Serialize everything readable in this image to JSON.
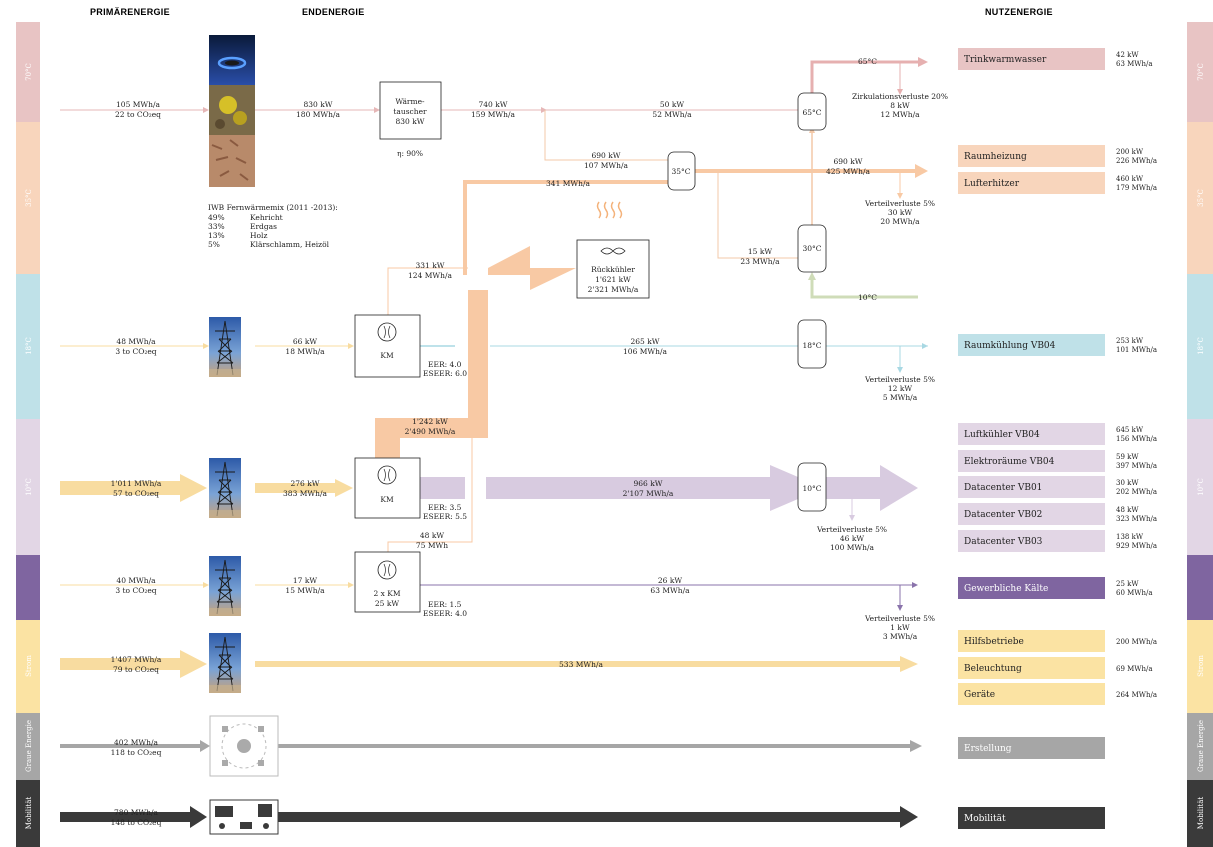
{
  "headers": {
    "primary": "PRIMÄRENERGIE",
    "final": "ENDENERGIE",
    "useful": "NUTZENERGIE"
  },
  "bands": [
    {
      "label": "70°C",
      "color": "#e8c4c4"
    },
    {
      "label": "35°C",
      "color": "#f8d5bc"
    },
    {
      "label": "18°C",
      "color": "#bfe1e8"
    },
    {
      "label": "10°C",
      "color": "#e2d6e5"
    },
    {
      "label": "",
      "color": "#7f65a0"
    },
    {
      "label": "Strom",
      "color": "#fbe3a3"
    },
    {
      "label": "Graue Energie",
      "color": "#a6a6a6"
    },
    {
      "label": "Mobilität",
      "color": "#3a3a3a"
    }
  ],
  "primary_inputs": {
    "heat": [
      "105 MWh/a",
      "22 to CO₂eq"
    ],
    "cool18": [
      "48 MWh/a",
      "3 to CO₂eq"
    ],
    "cool10": [
      "1'011 MWh/a",
      "57 to CO₂eq"
    ],
    "comm": [
      "40 MWh/a",
      "3 to CO₂eq"
    ],
    "strom": [
      "1'407 MWh/a",
      "79 to CO₂eq"
    ],
    "grey": [
      "402 MWh/a",
      "118 to CO₂eq"
    ],
    "mob": [
      "780 MWh/a",
      "148 to CO₂eq"
    ]
  },
  "district_heat": {
    "title": "IWB Fernwärmemix (2011 -2013):",
    "mix": [
      {
        "pct": "49%",
        "src": "Kehricht"
      },
      {
        "pct": "33%",
        "src": "Erdgas"
      },
      {
        "pct": "13%",
        "src": "Holz"
      },
      {
        "pct": "5%",
        "src": "Klärschlamm, Heizöl"
      }
    ]
  },
  "components": {
    "hx": {
      "l1": "Wärme-",
      "l2": "tauscher",
      "l3": "830 kW",
      "eta": "η: 90%"
    },
    "km1": {
      "name": "KM",
      "eer": "EER: 4.0",
      "eseer": "ESEER: 6.0"
    },
    "km2": {
      "name": "KM",
      "eer": "EER: 3.5",
      "eseer": "ESEER: 5.5"
    },
    "km3": {
      "name1": "2 x KM",
      "name2": "25  kW",
      "eer": "EER: 1.5",
      "eseer": "ESEER: 4.0"
    },
    "cooler": {
      "name": "Rückkühler",
      "kw": "1'621 kW",
      "mwh": "2'321 MWh/a"
    },
    "tanks": {
      "t65": "65°C",
      "t35": "35°C",
      "t30": "30°C",
      "t18": "18°C",
      "t10": "10°C"
    }
  },
  "flows": {
    "hx_in": [
      "830 kW",
      "180 MWh/a"
    ],
    "hx_out": [
      "740 kW",
      "159 MWh/a"
    ],
    "to65": [
      "50 kW",
      "52 MWh/a"
    ],
    "to35": [
      "690 kW",
      "107 MWh/a"
    ],
    "recov35": "341 MWh/a",
    "out35": [
      "690 kW",
      "425 MWh/a"
    ],
    "to30": [
      "15 kW",
      "23 MWh/a"
    ],
    "t65label": "65°C",
    "t10label": "10°C",
    "rec1": [
      "331 kW",
      "124 MWh/a"
    ],
    "km1_in": [
      "66 kW",
      "18 MWh/a"
    ],
    "km1_out": [
      "265 kW",
      "106 MWh/a"
    ],
    "rec2": [
      "1'242 kW",
      "2'490 MWh/a"
    ],
    "km2_in": [
      "276 kW",
      "383 MWh/a"
    ],
    "km2_out": [
      "966 kW",
      "2'107 MWh/a"
    ],
    "rec3": [
      "48 kW",
      "75 MWh"
    ],
    "km3_in": [
      "17 kW",
      "15 MWh/a"
    ],
    "km3_out": [
      "26 kW",
      "63 MWh/a"
    ],
    "strom": "533 MWh/a"
  },
  "losses": {
    "circ": [
      "Zirkulationsverluste 20%",
      "8 kW",
      "12 MWh/a"
    ],
    "dist35": [
      "Verteilverluste 5%",
      "30 kW",
      "20 MWh/a"
    ],
    "dist18": [
      "Verteilverluste 5%",
      "12 kW",
      "5 MWh/a"
    ],
    "dist10": [
      "Verteilverluste 5%",
      "46 kW",
      "100 MWh/a"
    ],
    "distcomm": [
      "Verteilverluste 5%",
      "1 kW",
      "3 MWh/a"
    ]
  },
  "outputs": [
    {
      "label": "Trinkwarmwasser",
      "color": "#e8c4c4",
      "dark": false,
      "s1": "42 kW",
      "s2": "63 MWh/a"
    },
    {
      "label": "Raumheizung",
      "color": "#f8d5bc",
      "dark": false,
      "s1": "200 kW",
      "s2": "226 MWh/a"
    },
    {
      "label": "Lufterhitzer",
      "color": "#f8d5bc",
      "dark": false,
      "s1": "460 kW",
      "s2": "179 MWh/a"
    },
    {
      "label": "Raumkühlung VB04",
      "color": "#bfe1e8",
      "dark": false,
      "s1": "253 kW",
      "s2": "101 MWh/a"
    },
    {
      "label": "Luftkühler VB04",
      "color": "#e2d6e5",
      "dark": false,
      "s1": "645 kW",
      "s2": "156 MWh/a"
    },
    {
      "label": "Elektroräume VB04",
      "color": "#e2d6e5",
      "dark": false,
      "s1": "59 kW",
      "s2": "397 MWh/a"
    },
    {
      "label": "Datacenter VB01",
      "color": "#e2d6e5",
      "dark": false,
      "s1": "30 kW",
      "s2": "202 MWh/a"
    },
    {
      "label": "Datacenter VB02",
      "color": "#e2d6e5",
      "dark": false,
      "s1": "48 kW",
      "s2": "323 MWh/a"
    },
    {
      "label": "Datacenter VB03",
      "color": "#e2d6e5",
      "dark": false,
      "s1": "138 kW",
      "s2": "929 MWh/a"
    },
    {
      "label": "Gewerbliche Kälte",
      "color": "#7f65a0",
      "dark": true,
      "s1": "25 kW",
      "s2": "60 MWh/a"
    },
    {
      "label": "Hilfsbetriebe",
      "color": "#fbe3a3",
      "dark": false,
      "s1": "200 MWh/a",
      "s2": ""
    },
    {
      "label": "Beleuchtung",
      "color": "#fbe3a3",
      "dark": false,
      "s1": "69 MWh/a",
      "s2": ""
    },
    {
      "label": "Geräte",
      "color": "#fbe3a3",
      "dark": false,
      "s1": "264 MWh/a",
      "s2": ""
    },
    {
      "label": "Erstellung",
      "color": "#a6a6a6",
      "dark": true,
      "s1": "",
      "s2": ""
    },
    {
      "label": "Mobilität",
      "color": "#3a3a3a",
      "dark": true,
      "s1": "",
      "s2": ""
    }
  ]
}
